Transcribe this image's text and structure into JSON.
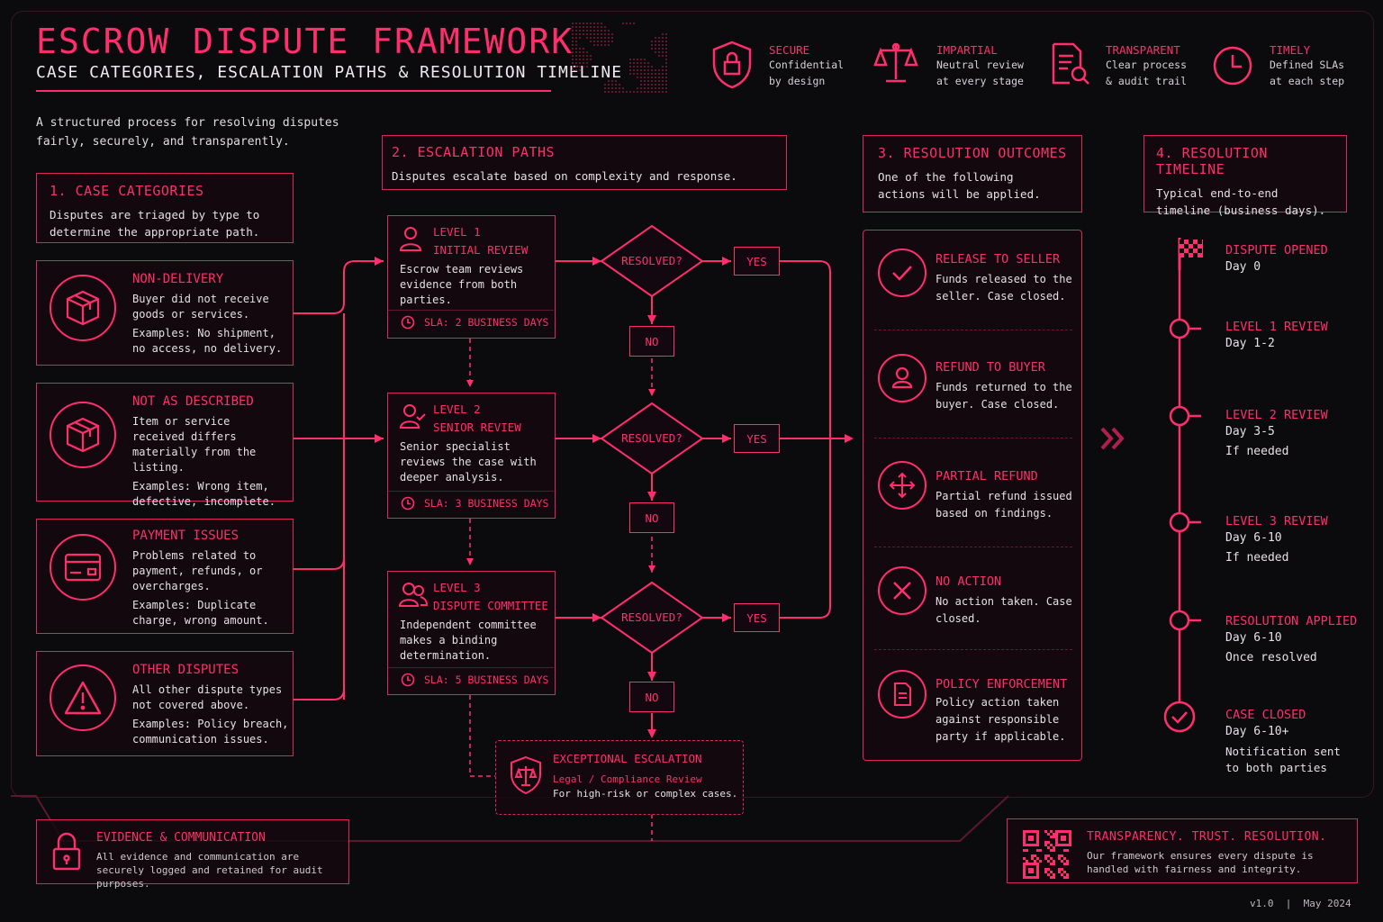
{
  "header": {
    "title": "ESCROW DISPUTE FRAMEWORK",
    "subtitle": "CASE CATEGORIES, ESCALATION PATHS & RESOLUTION TIMELINE",
    "intro": "A structured process for resolving disputes fairly, securely, and transparently.",
    "pillars": [
      {
        "title": "SECURE",
        "line1": "Confidential",
        "line2": "by design",
        "icon": "shield-lock-icon"
      },
      {
        "title": "IMPARTIAL",
        "line1": "Neutral review",
        "line2": "at every stage",
        "icon": "scales-icon"
      },
      {
        "title": "TRANSPARENT",
        "line1": "Clear process",
        "line2": "& audit trail",
        "icon": "document-search-icon"
      },
      {
        "title": "TIMELY",
        "line1": "Defined SLAs",
        "line2": "at each step",
        "icon": "clock-icon"
      }
    ]
  },
  "categories": {
    "heading": "1. CASE CATEGORIES",
    "desc": "Disputes are triaged by type to determine the appropriate path.",
    "items": [
      {
        "title": "NON-DELIVERY",
        "text": "Buyer did not receive goods or services.",
        "examples": "Examples: No shipment, no access, no delivery.",
        "icon": "package-icon"
      },
      {
        "title": "NOT AS DESCRIBED",
        "text": "Item or service received differs materially from the listing.",
        "examples": "Examples: Wrong item, defective, incomplete.",
        "icon": "package-icon"
      },
      {
        "title": "PAYMENT ISSUES",
        "text": "Problems related to payment, refunds, or overcharges.",
        "examples": "Examples: Duplicate charge, wrong amount.",
        "icon": "credit-card-icon"
      },
      {
        "title": "OTHER DISPUTES",
        "text": "All other dispute types not covered above.",
        "examples": "Examples: Policy breach, communication issues.",
        "icon": "warning-icon"
      }
    ]
  },
  "escalation": {
    "heading": "2. ESCALATION PATHS",
    "desc": "Disputes escalate based on complexity and response.",
    "levels": [
      {
        "level": "LEVEL 1",
        "name": "INITIAL REVIEW",
        "text": "Escrow team reviews evidence from both parties.",
        "sla": "SLA: 2 BUSINESS DAYS"
      },
      {
        "level": "LEVEL 2",
        "name": "SENIOR REVIEW",
        "text": "Senior specialist reviews the case with deeper analysis.",
        "sla": "SLA: 3 BUSINESS DAYS"
      },
      {
        "level": "LEVEL 3",
        "name": "DISPUTE COMMITTEE",
        "text": "Independent committee makes a binding determination.",
        "sla": "SLA: 5 BUSINESS DAYS"
      }
    ],
    "decision": "RESOLVED?",
    "yes": "YES",
    "no": "NO",
    "exceptional": {
      "title": "EXCEPTIONAL ESCALATION",
      "sub": "Legal / Compliance Review",
      "text": "For high-risk or complex cases."
    }
  },
  "outcomes": {
    "heading": "3. RESOLUTION OUTCOMES",
    "desc": "One of the following actions will be applied.",
    "items": [
      {
        "title": "RELEASE TO SELLER",
        "text": "Funds released to the seller. Case closed.",
        "icon": "check-icon"
      },
      {
        "title": "REFUND TO BUYER",
        "text": "Funds returned to the buyer. Case closed.",
        "icon": "user-icon"
      },
      {
        "title": "PARTIAL REFUND",
        "text": "Partial refund issued based on findings.",
        "icon": "move-arrows-icon"
      },
      {
        "title": "NO ACTION",
        "text": "No action taken. Case closed.",
        "icon": "x-icon"
      },
      {
        "title": "POLICY ENFORCEMENT",
        "text": "Policy action taken against responsible party if applicable.",
        "icon": "document-icon"
      }
    ]
  },
  "timeline": {
    "heading": "4. RESOLUTION TIMELINE",
    "desc": "Typical end-to-end timeline (business days).",
    "steps": [
      {
        "title": "DISPUTE OPENED",
        "day": "Day 0",
        "note": ""
      },
      {
        "title": "LEVEL 1 REVIEW",
        "day": "Day 1-2",
        "note": ""
      },
      {
        "title": "LEVEL 2 REVIEW",
        "day": "Day 3-5",
        "note": "If needed"
      },
      {
        "title": "LEVEL 3 REVIEW",
        "day": "Day 6-10",
        "note": "If needed"
      },
      {
        "title": "RESOLUTION APPLIED",
        "day": "Day 6-10",
        "note": "Once resolved"
      },
      {
        "title": "CASE CLOSED",
        "day": "Day 6-10+",
        "note": "Notification sent to both parties"
      }
    ]
  },
  "footer": {
    "evidence_title": "EVIDENCE & COMMUNICATION",
    "evidence_text": "All evidence and communication are securely logged and retained for audit purposes.",
    "trust_title": "TRANSPARENCY. TRUST. RESOLUTION.",
    "trust_text": "Our framework ensures every dispute is handled with fairness and integrity.",
    "version": "v1.0  |  May 2024"
  },
  "colors": {
    "accent": "#ff2f6e",
    "background": "#0b0a0d"
  }
}
